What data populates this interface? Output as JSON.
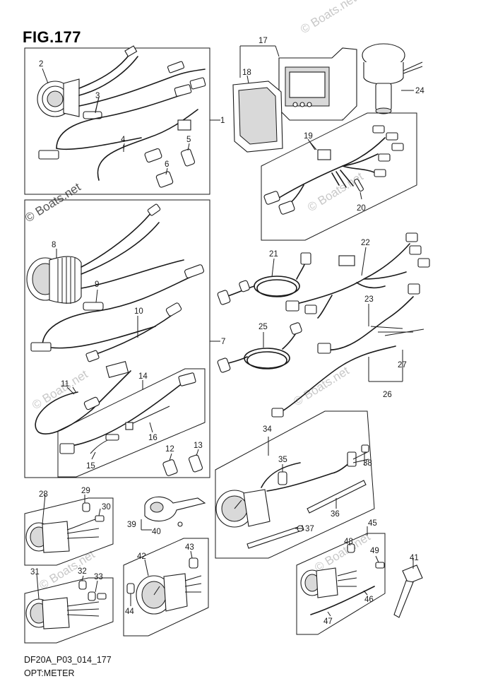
{
  "figure": {
    "title": "FIG.177",
    "code": "DF20A_P03_014_177",
    "caption": "OPT:METER",
    "watermark": "© Boats.net"
  },
  "callouts": [
    "1",
    "2",
    "3",
    "4",
    "5",
    "6",
    "7",
    "8",
    "9",
    "10",
    "11",
    "12",
    "13",
    "14",
    "15",
    "16",
    "17",
    "18",
    "19",
    "20",
    "21",
    "22",
    "23",
    "24",
    "25",
    "26",
    "27",
    "28",
    "29",
    "30",
    "31",
    "32",
    "33",
    "34",
    "35",
    "36",
    "37",
    "38",
    "39",
    "40",
    "41",
    "42",
    "43",
    "44",
    "45",
    "46",
    "47",
    "48",
    "49"
  ]
}
